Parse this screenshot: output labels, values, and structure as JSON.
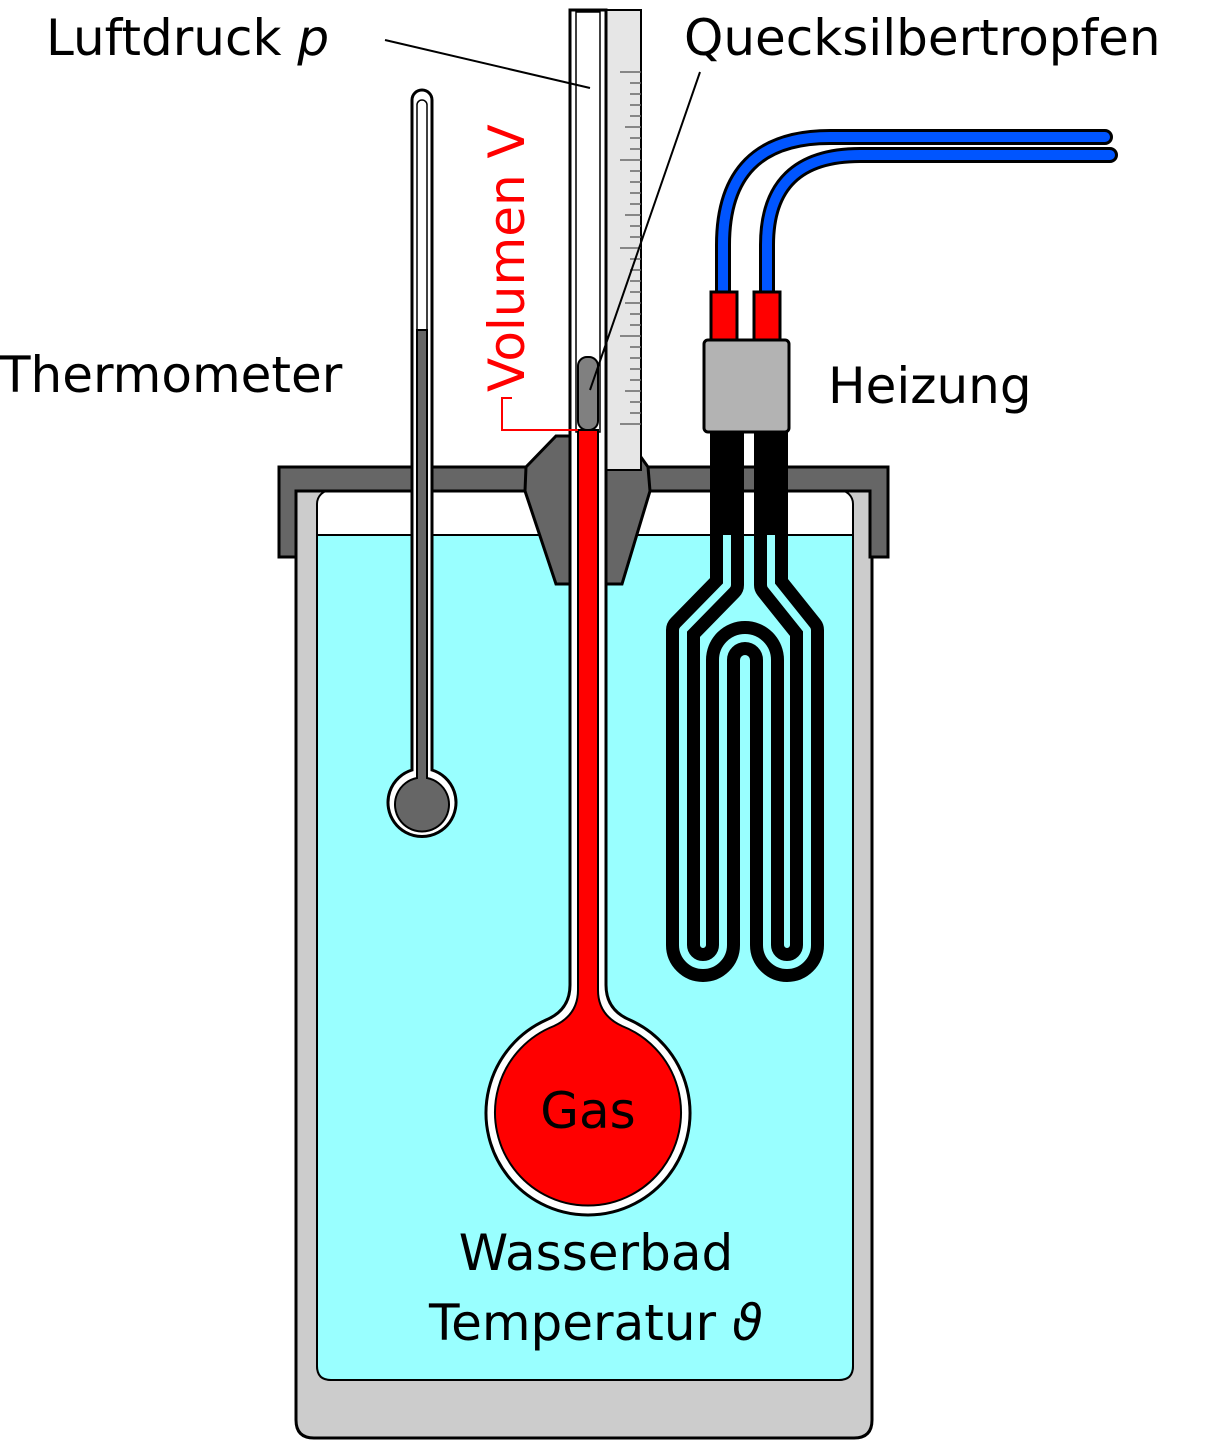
{
  "labels": {
    "air_pressure": "Luftdruck",
    "air_pressure_symbol": "p",
    "mercury_drop": "Quecksilbertropfen",
    "volume": "Volumen V",
    "thermometer": "Thermometer",
    "heater": "Heizung",
    "gas": "Gas",
    "water_bath": "Wasserbad",
    "temperature": "Temperatur",
    "temperature_symbol": "ϑ"
  },
  "colors": {
    "water": "#99ffff",
    "gas": "#ff0000",
    "vessel": "#cccccc",
    "lid": "#666666",
    "scale": "#e6e6e6",
    "mercury": "#808080",
    "heater_coil": "#000000",
    "heater_head": "#b3b3b3",
    "heater_plug": "#ff0000",
    "cable": "#0055ff"
  }
}
